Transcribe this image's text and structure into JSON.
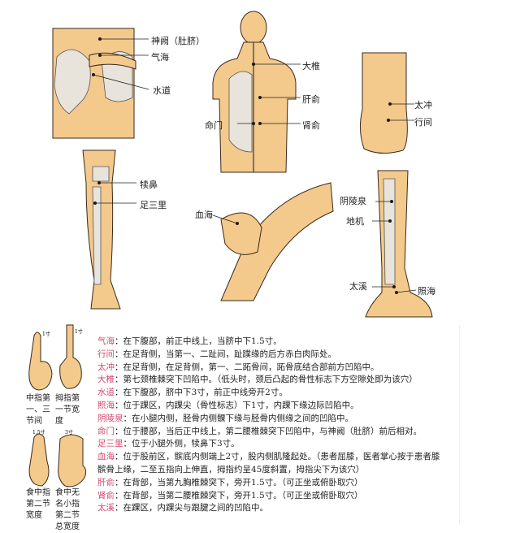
{
  "figures": {
    "abdomen": {
      "labels": [
        "神阙（肚脐）",
        "气海",
        "水道"
      ]
    },
    "back": {
      "labels": [
        "大椎",
        "肝俞",
        "命门",
        "肾俞"
      ]
    },
    "foot": {
      "labels": [
        "太冲",
        "行间"
      ]
    },
    "leg_front": {
      "labels": [
        "犊鼻",
        "足三里"
      ]
    },
    "knee": {
      "labels": [
        "血海"
      ]
    },
    "leg_inner": {
      "labels": [
        "阴陵泉",
        "地机",
        "太溪",
        "照海"
      ]
    }
  },
  "hands": [
    {
      "measure": "1寸",
      "caption": "中指第一、三节间"
    },
    {
      "measure": "1寸",
      "caption": "拇指第一节宽度"
    },
    {
      "measure": "1.5寸",
      "caption": "食中指第二节宽度"
    },
    {
      "measure": "3寸",
      "caption": "食中无名小指第二节总宽度"
    }
  ],
  "points": [
    {
      "name": "气海",
      "desc": "在下腹部，前正中线上，当脐中下1.5寸。"
    },
    {
      "name": "行间",
      "desc": "在足背侧，当第一、二趾间，趾蹼缘的后方赤白肉际处。"
    },
    {
      "name": "太冲",
      "desc": "在足背侧，在足背侧，第一、二跖骨间，跖骨底结合部前方凹陷中。"
    },
    {
      "name": "大椎",
      "desc": "第七颈椎棘突下凹陷中。（低头时，颈后凸起的骨性标志下方空隙处即为该穴）"
    },
    {
      "name": "水道",
      "desc": "在下腹部，脐中下3寸，前正中线旁开2寸。"
    },
    {
      "name": "照海",
      "desc": "位于踝区，内踝尖（骨性标志）下1寸，内踝下缘边际凹陷中。"
    },
    {
      "name": "阴陵泉",
      "desc": "在小腿内侧，胫骨内侧髁下缘与胫骨内侧缘之间的凹陷中。"
    },
    {
      "name": "命门",
      "desc": "位于腰部，当后正中线上，第二腰椎棘突下凹陷中，与神阙（肚脐）前后相对。"
    },
    {
      "name": "足三里",
      "desc": "位于小腿外侧，犊鼻下3寸。"
    },
    {
      "name": "血海",
      "desc": "位于股前区，髌底内侧端上2寸，股内侧肌隆起处。（患者屈膝，医者掌心按于患者膝髌骨上缘，二至五指向上伸直，拇指约呈45度斜置，拇指尖下为该穴）"
    },
    {
      "name": "肝俞",
      "desc": "在背部，当第九胸椎棘突下，旁开1.5寸。（可正坐或俯卧取穴）"
    },
    {
      "name": "肾俞",
      "desc": "在背部，当第二腰椎棘突下，旁开1.5寸。（可正坐或俯卧取穴）"
    },
    {
      "name": "太溪",
      "desc": "在踝区，内踝尖与跟腱之间的凹陷中。"
    }
  ],
  "colors": {
    "point_name": "#d2466e",
    "skin": "#f4c98c"
  }
}
